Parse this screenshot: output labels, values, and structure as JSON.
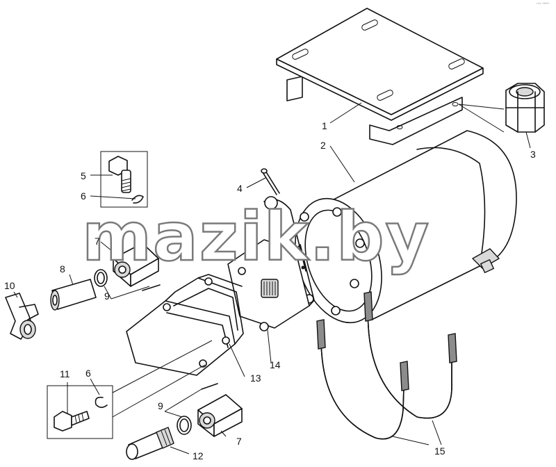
{
  "corner_mark": "ᶜᵃᵗ ⁰⁰⁰⁰",
  "watermark": "mazik.by",
  "callouts": {
    "c1": "1",
    "c2": "2",
    "c3": "3",
    "c4": "4",
    "c5": "5",
    "c6a": "6",
    "c6b": "6",
    "c7a": "7",
    "c7b": "7",
    "c8": "8",
    "c9a": "9",
    "c9b": "9",
    "c10": "10",
    "c11": "11",
    "c12": "12",
    "c13": "13",
    "c14": "14",
    "c15": "15"
  }
}
